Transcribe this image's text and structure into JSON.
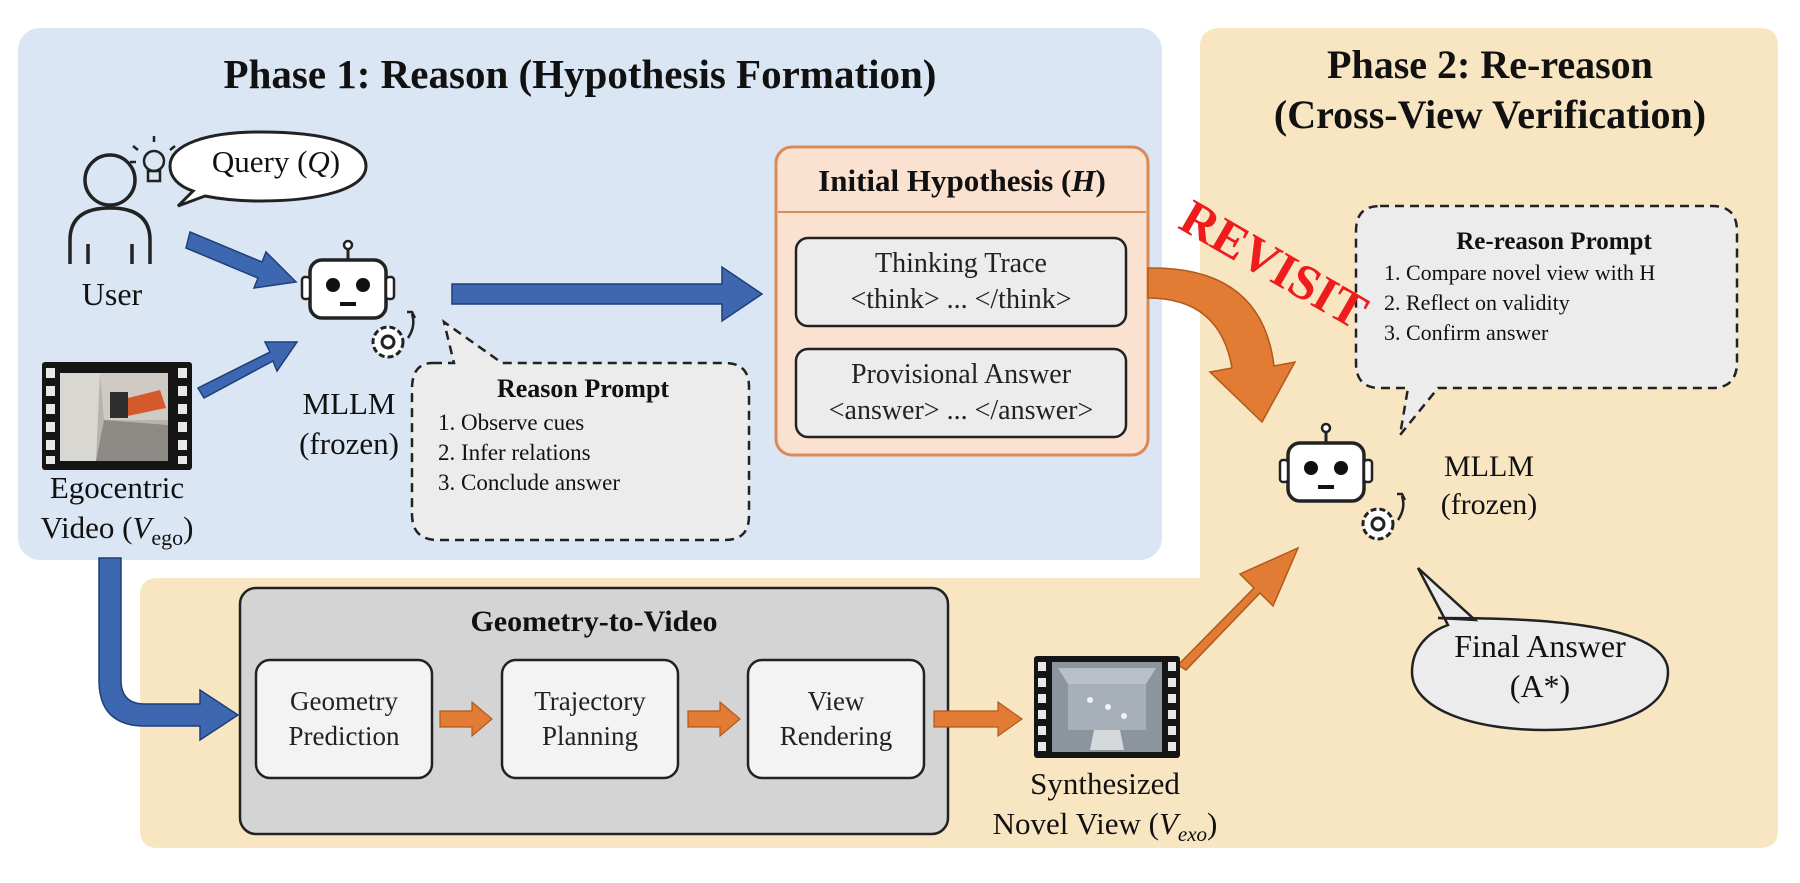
{
  "phase1": {
    "title": "Phase 1: Reason (Hypothesis Formation)"
  },
  "phase2": {
    "title_line1": "Phase 2: Re-reason",
    "title_line2": "(Cross-View Verification)"
  },
  "query_bubble": {
    "text": "Query (",
    "sym": "Q",
    "close": ")"
  },
  "user_label": "User",
  "video_label": {
    "line1": "Egocentric",
    "line2_prefix": "Video (",
    "sym": "V",
    "sub": "ego",
    "close": ")"
  },
  "mllm1": {
    "line1": "MLLM",
    "line2": "(frozen)"
  },
  "reason_prompt": {
    "title": "Reason Prompt",
    "items": [
      "1. Observe cues",
      "2. Infer relations",
      "3. Conclude answer"
    ]
  },
  "hypothesis": {
    "title_prefix": "Initial Hypothesis (",
    "title_sym": "H",
    "title_close": ")",
    "trace_line1": "Thinking Trace",
    "trace_line2": "<think> ... </think>",
    "answer_line1": "Provisional Answer",
    "answer_line2": "<answer> ... </answer>"
  },
  "revisit": "REVISIT",
  "rereason_prompt": {
    "title": "Re-reason Prompt",
    "items": [
      "1. Compare novel view with H",
      "2. Reflect on validity",
      "3. Confirm answer"
    ]
  },
  "mllm2": {
    "line1": "MLLM",
    "line2": "(frozen)"
  },
  "final_answer": {
    "line1": "Final Answer",
    "line2": "(A*)"
  },
  "geometry": {
    "title": "Geometry-to-Video",
    "steps": [
      {
        "line1": "Geometry",
        "line2": "Prediction"
      },
      {
        "line1": "Trajectory",
        "line2": "Planning"
      },
      {
        "line1": "View",
        "line2": "Rendering"
      }
    ]
  },
  "novel_view": {
    "line1": "Synthesized",
    "line2_prefix": "Novel View (",
    "sym": "V",
    "sub": "exo",
    "close": ")"
  },
  "colors": {
    "phase1_bg": "#dae6f3",
    "phase2_bg": "#f8e6c3",
    "blue_arrow": "#3d67b0",
    "orange_arrow": "#e27b34",
    "revisit_red": "#ee1c1c",
    "hyp_border": "#d98a57",
    "hyp_fill": "#fbe1d0",
    "geo_fill": "#d4d4d4"
  }
}
